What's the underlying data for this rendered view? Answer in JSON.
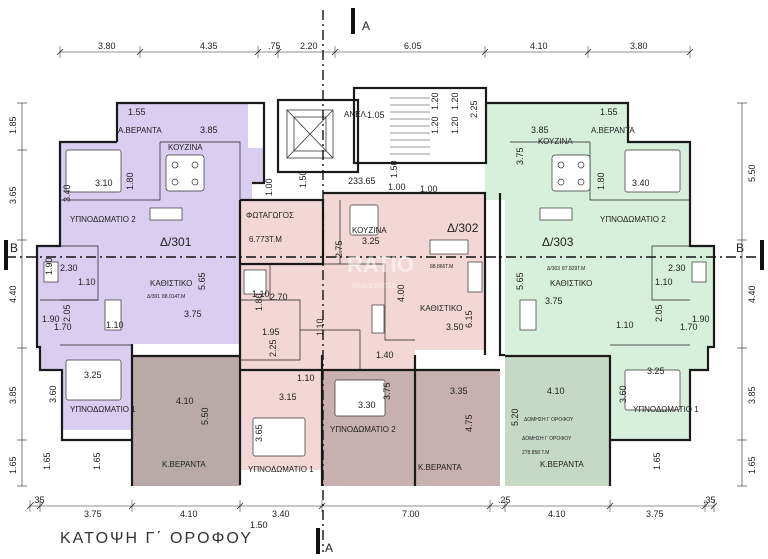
{
  "title": "ΚΑΤΟΨΗ Γ΄ ΟΡΟΦΟΥ",
  "section_marks": {
    "a": "A",
    "b": "B"
  },
  "colors": {
    "apt_301": "#d9cdf0",
    "apt_302": "#f3d6d6",
    "apt_303": "#d6f0dc",
    "veranda": "#b9a9a9",
    "walls": "#1a1a1a"
  },
  "dimensions": {
    "top": [
      "3.80",
      "4.35",
      ".75",
      "2.20",
      "6.05",
      "4.10",
      "3.80"
    ],
    "bottom": [
      ".35",
      "3.75",
      "4.10",
      "3.40",
      "7.00",
      ".25",
      "4.10",
      "3.75",
      ".35"
    ],
    "bottom_extra": "1.50",
    "left": [
      "1.85",
      "3.65",
      "4.40",
      "3.85",
      "1.65"
    ],
    "right": [
      "5.50",
      "4.40",
      "3.85",
      "1.65"
    ]
  },
  "apartments": {
    "a301": {
      "name": "Δ/301",
      "area": "88.014T.M",
      "area_label": "Δ/301",
      "veranda_top": "Α.ΒΕΡΑΝΤΑ",
      "kitchen": "ΚΟΥΖΙΝΑ",
      "bedroom2": "ΥΠΝΟΔΩΜΑΤΙΟ 2",
      "living": "ΚΑΘΙΣΤΙΚΟ",
      "bedroom1": "ΥΠΝΟΔΩΜΑΤΙΟ 1",
      "veranda_k": "Κ.ΒΕΡΑΝΤΑ",
      "dims": [
        "1.55",
        "3.85",
        "3.10",
        "1.80",
        "3.40",
        "2.30",
        "1.10",
        "5.65",
        "2.05",
        "1.90",
        "1.70",
        "1.10",
        "3.75",
        "3.25",
        "3.60",
        "4.10",
        "5.50",
        "1.65",
        "1.65",
        "1.90"
      ]
    },
    "a302": {
      "name": "Δ/302",
      "area": "88.866T.M",
      "photo": "ΦΩΤΑΓΩΓΟΣ",
      "photo_area": "6.773T.M",
      "kitchen": "ΚΟΥΖΙΝΑ",
      "living": "ΚΑΘΙΣΤΙΚΟ",
      "bedroom1": "ΥΠΝΟΔΩΜΑΤΙΟ 1",
      "bedroom2": "ΥΠΝΟΔΩΜΑΤΙΟ 2",
      "veranda_k": "Κ.ΒΕΡΑΝΤΑ",
      "dims": [
        "2.75",
        "3.25",
        "1.10",
        "1.80",
        "2.70",
        "1.95",
        "2.25",
        "1.10",
        "1.10",
        "1.40",
        "3.15",
        "3.30",
        "3.75",
        "3.35",
        "4.75",
        "3.65",
        "4.00",
        "6.15",
        "3.50",
        "1.00"
      ]
    },
    "a303": {
      "name": "Δ/303",
      "area": "87.829T.M",
      "area_label": "Δ/303",
      "veranda_top": "Α.ΒΕΡΑΝΤΑ",
      "kitchen": "ΚΟΥΖΙΝΑ",
      "bedroom2": "ΥΠΝΟΔΩΜΑΤΙΟ 2",
      "living": "ΚΑΘΙΣΤΙΚΟ",
      "bedroom1": "ΥΠΝΟΔΩΜΑΤΙΟ 1",
      "veranda_k": "Κ.ΒΕΡΑΝΤΑ",
      "note1": "ΔΟΜΗΣΗ Γ ΟΡΟΦΟΥ",
      "note2": "ΔΟΜΗΣΗ Γ ΟΡΟΦΟΥ",
      "note3": "278.858 T.M",
      "dims": [
        "3.85",
        "1.55",
        "3.75",
        "3.40",
        "1.80",
        "5.65",
        "2.30",
        "1.10",
        "2.05",
        "1.90",
        "1.70",
        "1.10",
        "3.75",
        "3.25",
        "3.60",
        "4.10",
        "5.20",
        "1.65"
      ]
    }
  },
  "core": {
    "lift": "ΑΝΕΛ.",
    "dims": [
      "1.05",
      "1.20",
      "1.20",
      "1.20",
      "1.20",
      "2.25",
      "1.50",
      "1.50",
      "1.00",
      "233.65",
      "1.00"
    ]
  },
  "watermark": {
    "word": "RATIO",
    "sub": "REAL ESTATES"
  }
}
